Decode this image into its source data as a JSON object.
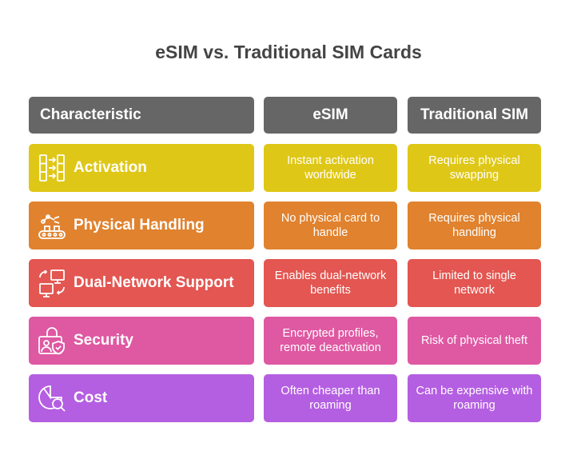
{
  "title": "eSIM vs. Traditional SIM Cards",
  "headers": [
    "Characteristic",
    "eSIM",
    "Traditional SIM"
  ],
  "colors": {
    "header": "#666666",
    "activation": "#dfc717",
    "physical_handling": "#e0822e",
    "dual_network": "#e35651",
    "security": "#df58a2",
    "cost": "#b45ee2"
  },
  "rows": [
    {
      "feature": "Activation",
      "icon": "sim-swap-icon",
      "esim": "Instant activation worldwide",
      "traditional": "Requires physical swapping"
    },
    {
      "feature": "Physical Handling",
      "icon": "conveyor-robot-arm-icon",
      "esim": "No physical card to handle",
      "traditional": "Requires physical handling"
    },
    {
      "feature": "Dual-Network Support",
      "icon": "dual-monitor-sync-icon",
      "esim": "Enables dual-network benefits",
      "traditional": "Limited to single network"
    },
    {
      "feature": "Security",
      "icon": "lock-user-shield-icon",
      "esim": "Encrypted profiles, remote deactivation",
      "traditional": "Risk of physical theft"
    },
    {
      "feature": "Cost",
      "icon": "pie-chart-search-icon",
      "esim": "Often cheaper than roaming",
      "traditional": "Can be expensive with roaming"
    }
  ]
}
